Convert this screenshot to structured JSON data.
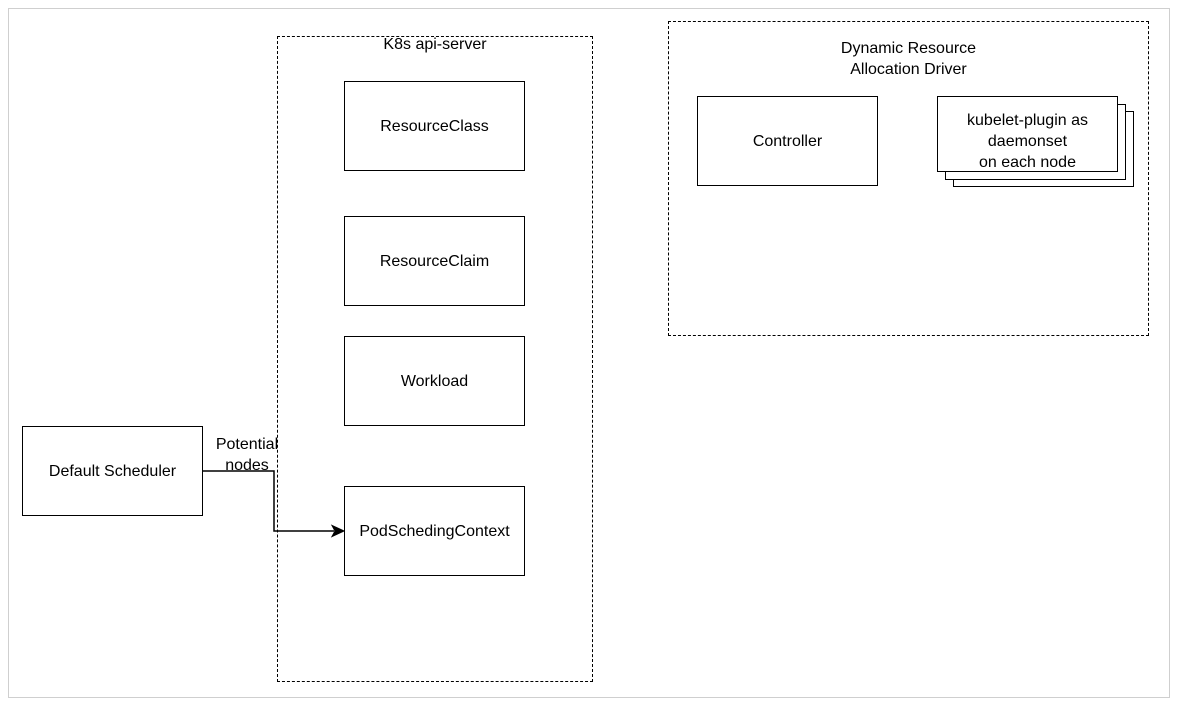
{
  "api_server": {
    "title": "K8s api-server",
    "items": {
      "resource_class": "ResourceClass",
      "resource_claim": "ResourceClaim",
      "workload": "Workload",
      "pod_scheduling_context": "PodSchedingContext"
    }
  },
  "driver": {
    "title_line1": "Dynamic Resource",
    "title_line2": "Allocation Driver",
    "controller": "Controller",
    "kubelet_line1": "kubelet-plugin as",
    "kubelet_line2": "daemonset",
    "kubelet_line3": "on each node"
  },
  "scheduler": {
    "label": "Default Scheduler",
    "edge_line1": "Potential",
    "edge_line2": "nodes"
  }
}
